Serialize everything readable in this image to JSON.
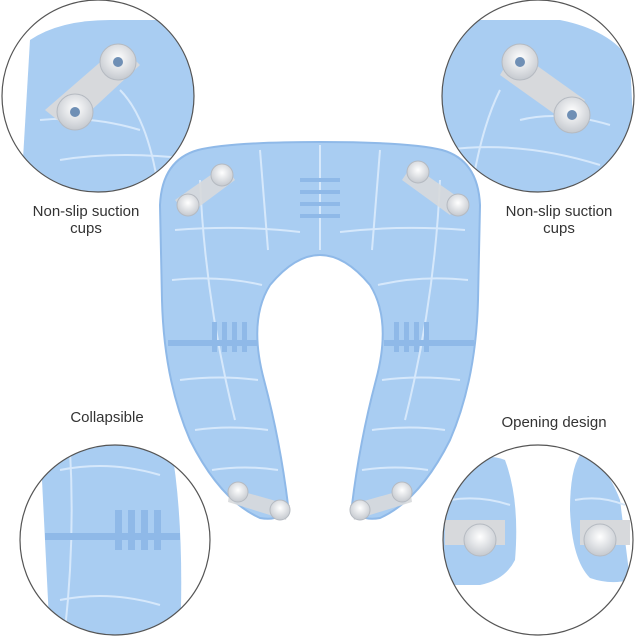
{
  "callouts": {
    "top_left": {
      "line1": "Non-slip suction",
      "line2": "cups"
    },
    "top_right": {
      "line1": "Non-slip suction",
      "line2": "cups"
    },
    "middle_left": {
      "text": "Collapsible"
    },
    "middle_right": {
      "text": "Opening design"
    }
  },
  "colors": {
    "seat_blue": "#a9cdf2",
    "seat_shadow": "#8fb9e8",
    "rib_blue": "#d6e8fb",
    "cup_gray": "#d7d9dc",
    "circle_outline": "#555555"
  }
}
